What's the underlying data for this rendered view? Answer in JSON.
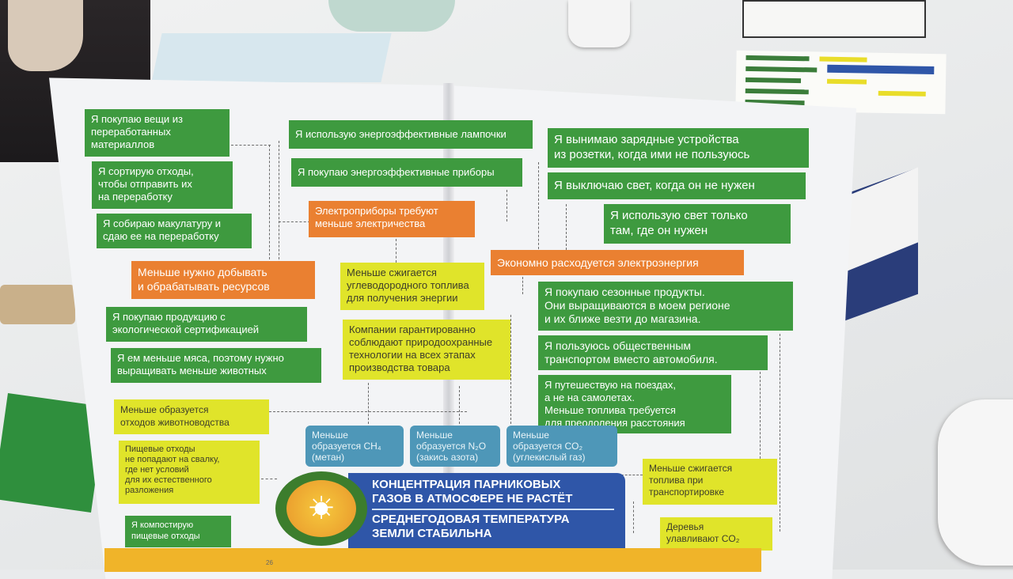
{
  "booklet": {
    "page_number": "26",
    "actions_left": [
      "Я покупаю вещи из\nпереработанных\nматериаллов",
      "Я сортирую отходы,\nчтобы отправить их\nна переработку",
      "Я собираю макулатуру и\nсдаю ее на переработку",
      "Я покупаю продукцию с\nэкологической сертификацией",
      "Я ем меньше мяса, поэтому нужно\nвыращивать меньше животных",
      "Я компостирую\nпищевые отходы"
    ],
    "actions_center": [
      "Я использую энергоэффективные лампочки",
      "Я покупаю энергоэффективные приборы"
    ],
    "actions_right": [
      "Я вынимаю зарядные устройства\nиз розетки, когда ими не пользуюсь",
      "Я выключаю свет, когда он не нужен",
      "Я использую свет только\nтам, где он нужен",
      "Я покупаю сезонные продукты.\nОни выращиваются в моем регионе\nи их ближе везти до магазина.",
      "Я пользуюсь общественным\nтранспортом вместо автомобиля.",
      "Я путешествую на поездах,\nа не на самолетах.\nМеньше топлива требуется\nдля преодоления расстояния"
    ],
    "effects_orange": [
      "Электроприборы требуют\nменьше электричества",
      "Меньше нужно добывать\nи обрабатывать ресурсов",
      "Экономно расходуется электроэнергия"
    ],
    "effects_yellow": [
      "Меньше сжигается\nуглеводородного топлива\nдля получения энергии",
      "Компании гарантированно\nсоблюдают природоохранные\nтехнологии на всех этапах\nпроизводства товара",
      "Меньше образуется\nотходов животноводства",
      "Пищевые отходы\nне попадают на свалку,\nгде нет условий\nдля их естественного\nразложения",
      "Меньше сжигается\nтоплива при\nтранспортировке",
      "Деревья\nулавливают CO₂"
    ],
    "gases": [
      "Меньше\nобразуется CH₄\n(метан)",
      "Меньше\nобразуется N₂O\n(закись азота)",
      "Меньше\nобразуется CO₂\n(углекислый газ)"
    ],
    "result": {
      "line1": "КОНЦЕНТРАЦИЯ ПАРНИКОВЫХ\nГАЗОВ В АТМОСФЕРЕ НЕ РАСТЁТ",
      "line2": "СРЕДНЕГОДОВАЯ ТЕМПЕРАТУРА\nЗЕМЛИ СТАБИЛЬНА"
    }
  }
}
